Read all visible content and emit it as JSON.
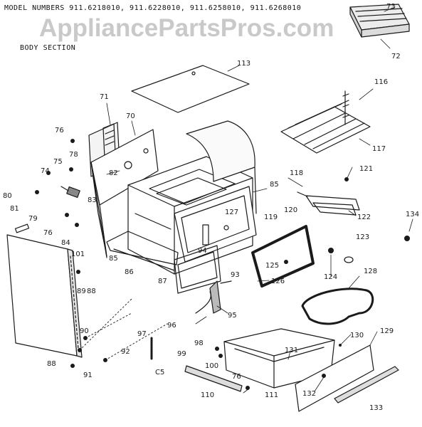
{
  "header": {
    "model_numbers": "MODEL NUMBERS  911.6218010,  911.6228010,  911.6258010,  911.6268010",
    "section_title": "BODY SECTION"
  },
  "watermark": "AppliancePartsPros.com",
  "callouts": {
    "c113": "113",
    "c73": "73",
    "c72": "72",
    "c116": "116",
    "c117": "117",
    "c71": "71",
    "c70": "70",
    "c76a": "76",
    "c78": "78",
    "c82": "82",
    "c75": "75",
    "c74": "74",
    "c80": "80",
    "c83": "83",
    "c85a": "85",
    "c118": "118",
    "c121": "121",
    "c79": "79",
    "c81": "81",
    "c76b": "76",
    "c101": "101",
    "c84": "84",
    "c127": "127",
    "c119": "119",
    "c120": "120",
    "c122": "122",
    "c134": "134",
    "c123": "123",
    "c94": "94",
    "c93": "93",
    "c85b": "85",
    "c86": "86",
    "c125": "125",
    "c124": "124",
    "c128": "128",
    "c87": "87",
    "c126": "126",
    "c89": "89",
    "c88a": "88",
    "c95": "95",
    "c96": "96",
    "c97": "97",
    "c90": "90",
    "c130": "130",
    "c129": "129",
    "c98": "98",
    "c92": "92",
    "c99": "99",
    "c131": "131",
    "c100": "100",
    "c88b": "88",
    "c91": "91",
    "c76c": "76",
    "c110": "110",
    "c111": "111",
    "c132": "132",
    "c133": "133",
    "cC5": "C5"
  }
}
